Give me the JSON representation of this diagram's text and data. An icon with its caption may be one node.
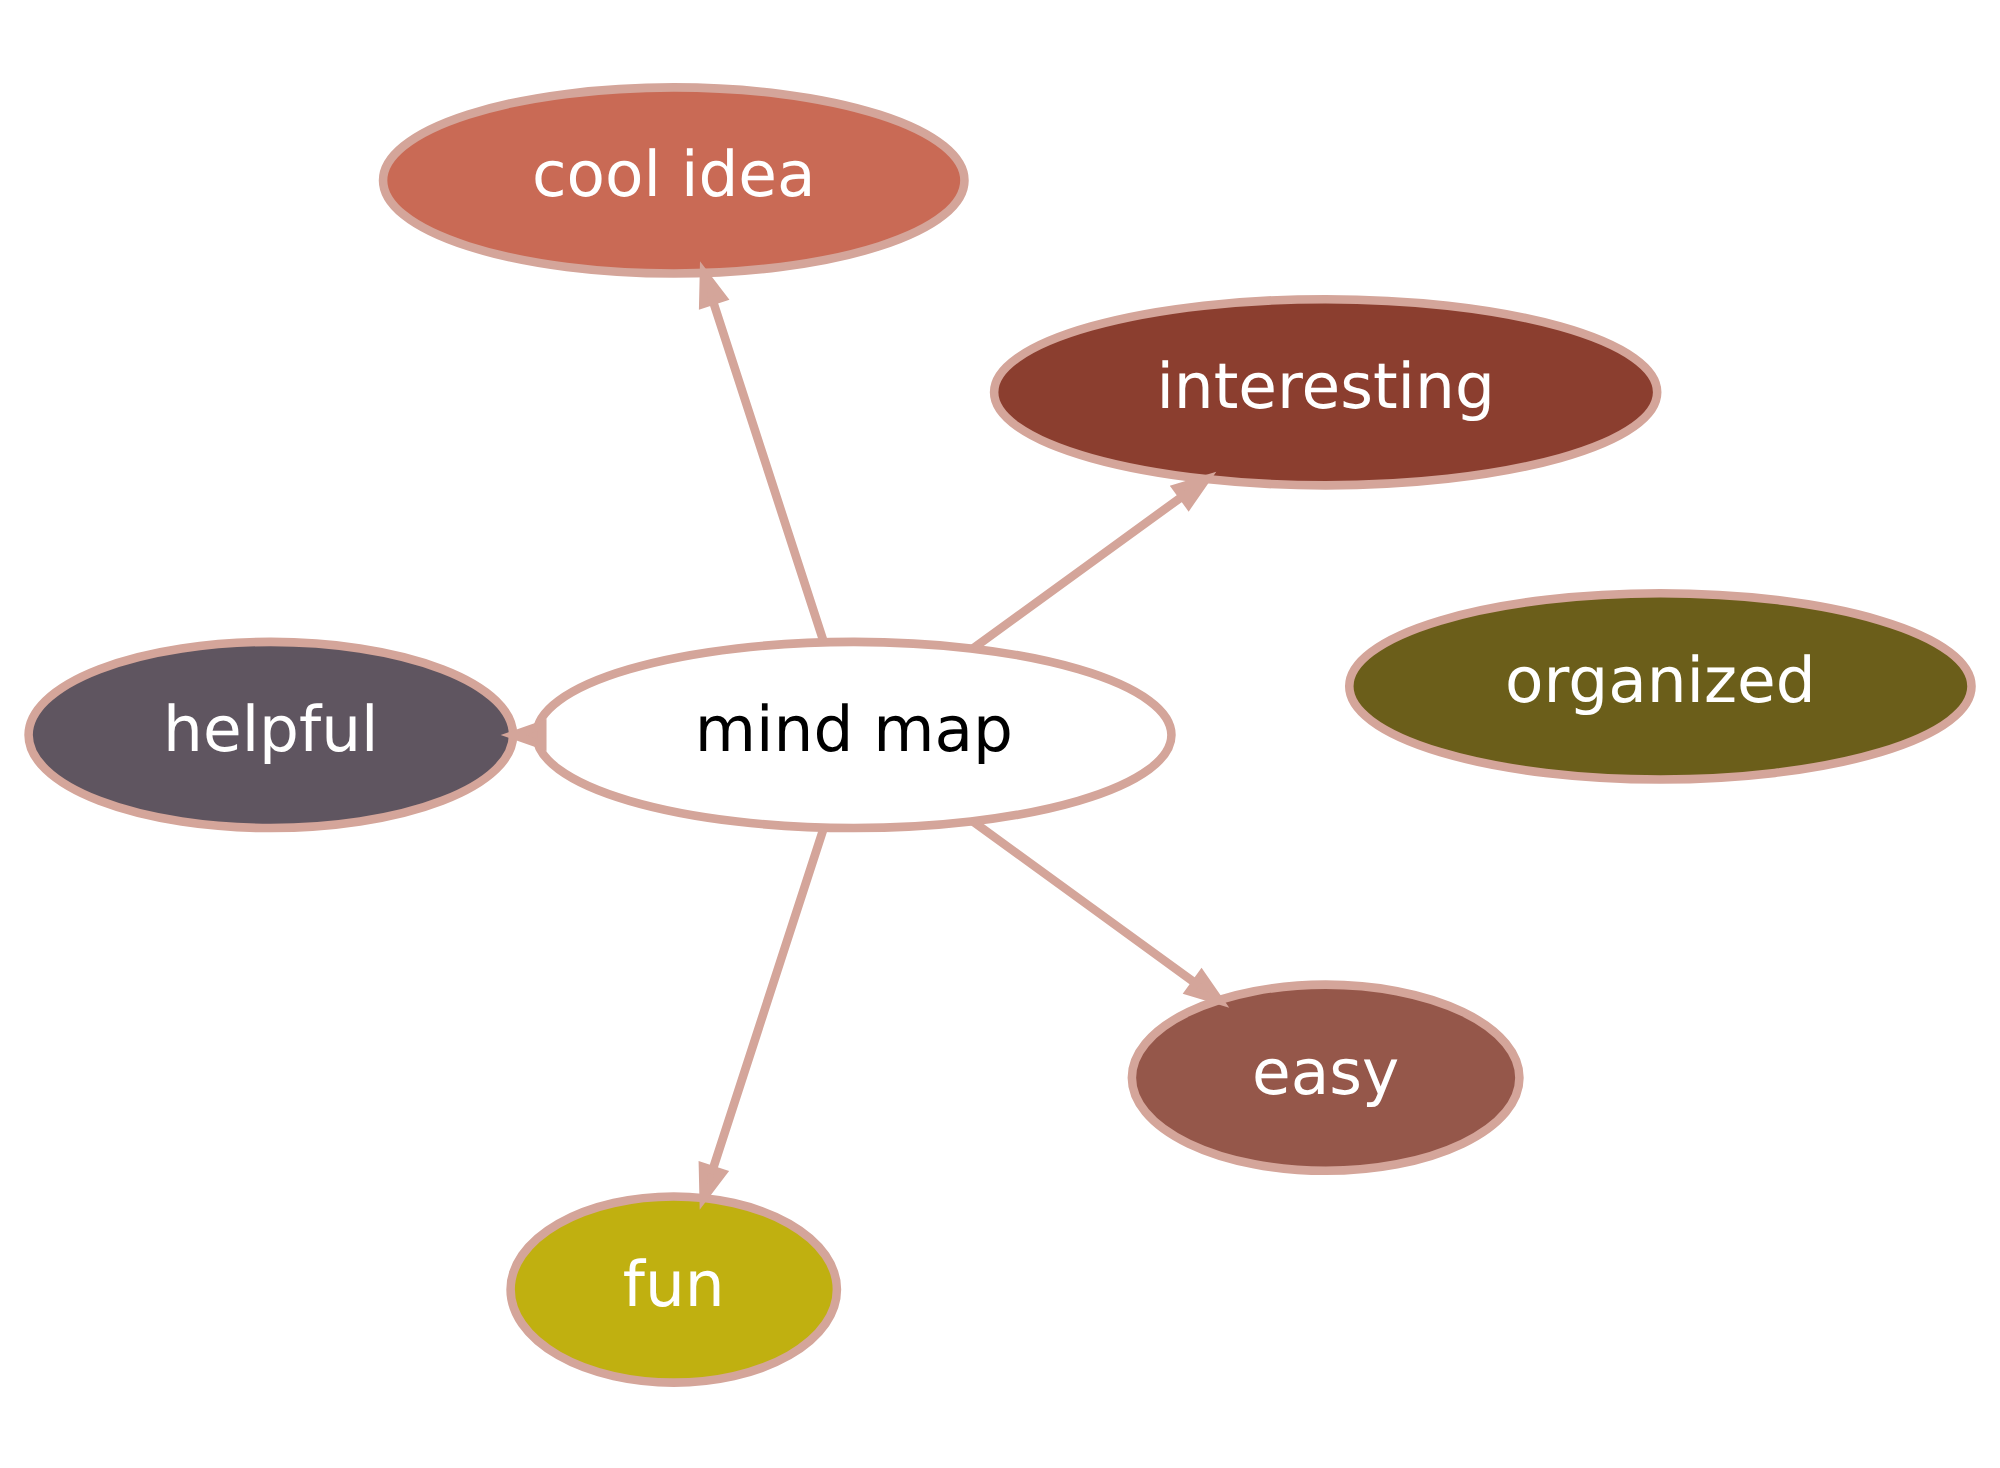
{
  "diagram": {
    "nodes": [
      {
        "text": [
          "interesting"
        ]
      },
      {
        "text": [
          "cool idea"
        ]
      },
      {
        "text": [
          "organized"
        ]
      },
      {
        "text": [
          "mind map"
        ]
      },
      {
        "text": [
          "helpful"
        ]
      },
      {
        "text": [
          "fun"
        ]
      },
      {
        "text": [
          "easy"
        ]
      }
    ],
    "edges": [
      {
        "from": 3,
        "to": 0,
        "arrow": "to"
      },
      {
        "from": 3,
        "to": 1,
        "arrow": "to"
      },
      {
        "from": 3,
        "to": 4,
        "arrow": "to"
      },
      {
        "from": 3,
        "to": 6,
        "arrow": "to"
      },
      {
        "from": 3,
        "to": 5,
        "arrow": "to"
      }
    ]
  }
}
